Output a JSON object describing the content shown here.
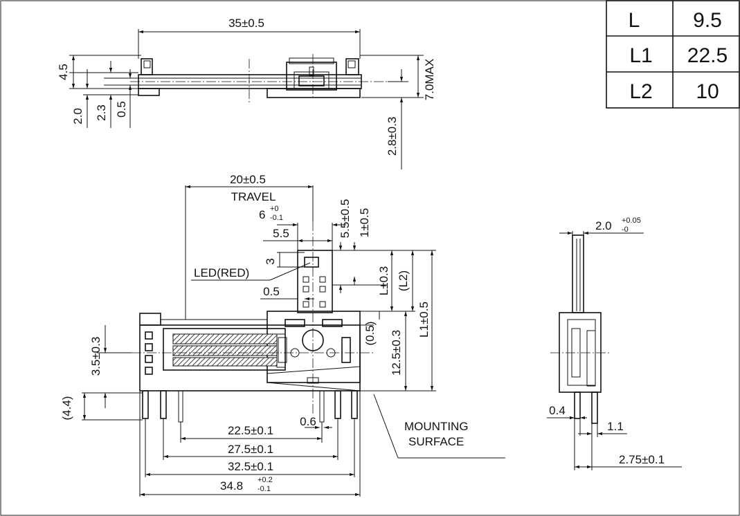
{
  "table": {
    "rows": [
      {
        "key": "L",
        "value": "9.5"
      },
      {
        "key": "L1",
        "value": "22.5"
      },
      {
        "key": "L2",
        "value": "10"
      }
    ]
  },
  "top_view": {
    "width": "35±0.5",
    "h1": "4.5",
    "h2": "2.0",
    "h3": "2.3",
    "h4": "0.5",
    "max_height": "7.0MAX",
    "offset": "2.8±0.3"
  },
  "front_view": {
    "travel_value": "20±0.5",
    "travel_label": "TRAVEL",
    "six_main": "6",
    "six_sup": "+0",
    "six_sub": "-0.1",
    "d55": "5.5",
    "d55b": "5.5±0.5",
    "d1": "1±0.5",
    "d3": "3",
    "led": "LED(RED)",
    "d05": "0.5",
    "dL": "L±0.3",
    "dL2": "(L2)",
    "dL1": "L1±0.5",
    "d05p": "(0.5)",
    "d125": "12.5±0.3",
    "d35": "3.5±0.3",
    "d44": "(4.4)",
    "d06": "0.6",
    "d225": "22.5±0.1",
    "d275": "27.5±0.1",
    "d325": "32.5±0.1",
    "d348_main": "34.8",
    "d348_sup": "+0.2",
    "d348_sub": "-0.1",
    "mount1": "MOUNTING",
    "mount2": "SURFACE"
  },
  "side_view": {
    "w_main": "2.0",
    "w_sup": "+0.05",
    "w_sub": "-0",
    "d04": "0.4",
    "d11": "1.1",
    "d275": "2.75±0.1"
  }
}
